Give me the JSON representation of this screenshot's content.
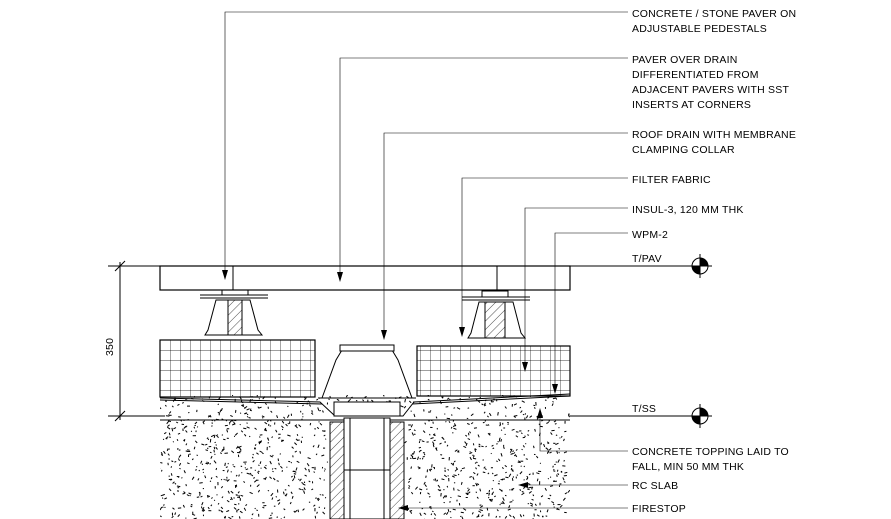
{
  "annotations": [
    {
      "id": "paver",
      "lines": [
        "CONCRETE / STONE PAVER ON",
        "ADJUSTABLE PEDESTALS"
      ]
    },
    {
      "id": "drain-paver",
      "lines": [
        "PAVER OVER DRAIN",
        "DIFFERENTIATED FROM",
        "ADJACENT PAVERS WITH SST",
        "INSERTS AT CORNERS"
      ]
    },
    {
      "id": "roof-drain",
      "lines": [
        "ROOF DRAIN WITH MEMBRANE",
        "CLAMPING COLLAR"
      ]
    },
    {
      "id": "filter",
      "lines": [
        "FILTER FABRIC"
      ]
    },
    {
      "id": "insul",
      "lines": [
        "INSUL-3, 120 MM THK"
      ]
    },
    {
      "id": "wpm",
      "lines": [
        "WPM-2"
      ]
    },
    {
      "id": "topping",
      "lines": [
        "CONCRETE TOPPING LAID TO",
        "FALL, MIN 50 MM THK"
      ]
    },
    {
      "id": "slab",
      "lines": [
        "RC SLAB"
      ]
    },
    {
      "id": "firestop",
      "lines": [
        "FIRESTOP"
      ]
    }
  ],
  "levels": {
    "top": "T/PAV",
    "bottom": "T/SS"
  },
  "dimension": {
    "value": "350"
  },
  "colors": {
    "line": "#000000",
    "background": "#ffffff"
  }
}
